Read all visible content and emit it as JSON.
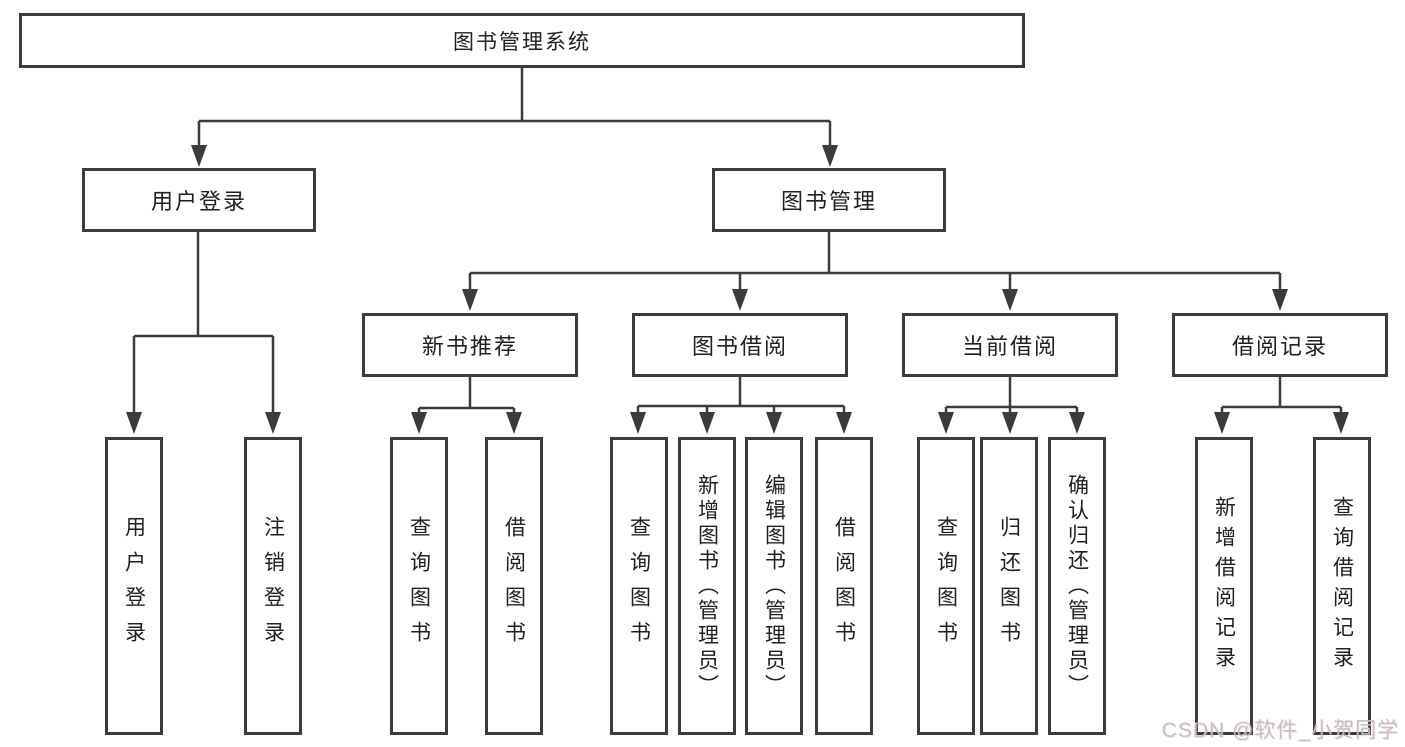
{
  "tree": {
    "root": "图书管理系统",
    "branches": [
      {
        "label": "用户登录",
        "children": [
          "用户登录",
          "注销登录"
        ]
      },
      {
        "label": "图书管理",
        "sections": [
          {
            "label": "新书推荐",
            "children": [
              "查询图书",
              "借阅图书"
            ]
          },
          {
            "label": "图书借阅",
            "children": [
              "查询图书",
              "新增图书（管理员）",
              "编辑图书（管理员）",
              "借阅图书"
            ]
          },
          {
            "label": "当前借阅",
            "children": [
              "查询图书",
              "归还图书",
              "确认归还（管理员）"
            ]
          },
          {
            "label": "借阅记录",
            "children": [
              "新增借阅记录",
              "查询借阅记录"
            ]
          }
        ]
      }
    ]
  },
  "watermark": "CSDN @软件_小贺同学",
  "colors": {
    "line": "#3b3b3b",
    "text": "#1f1f1f",
    "background": "#ffffff",
    "watermark": "#c2c2c5"
  }
}
